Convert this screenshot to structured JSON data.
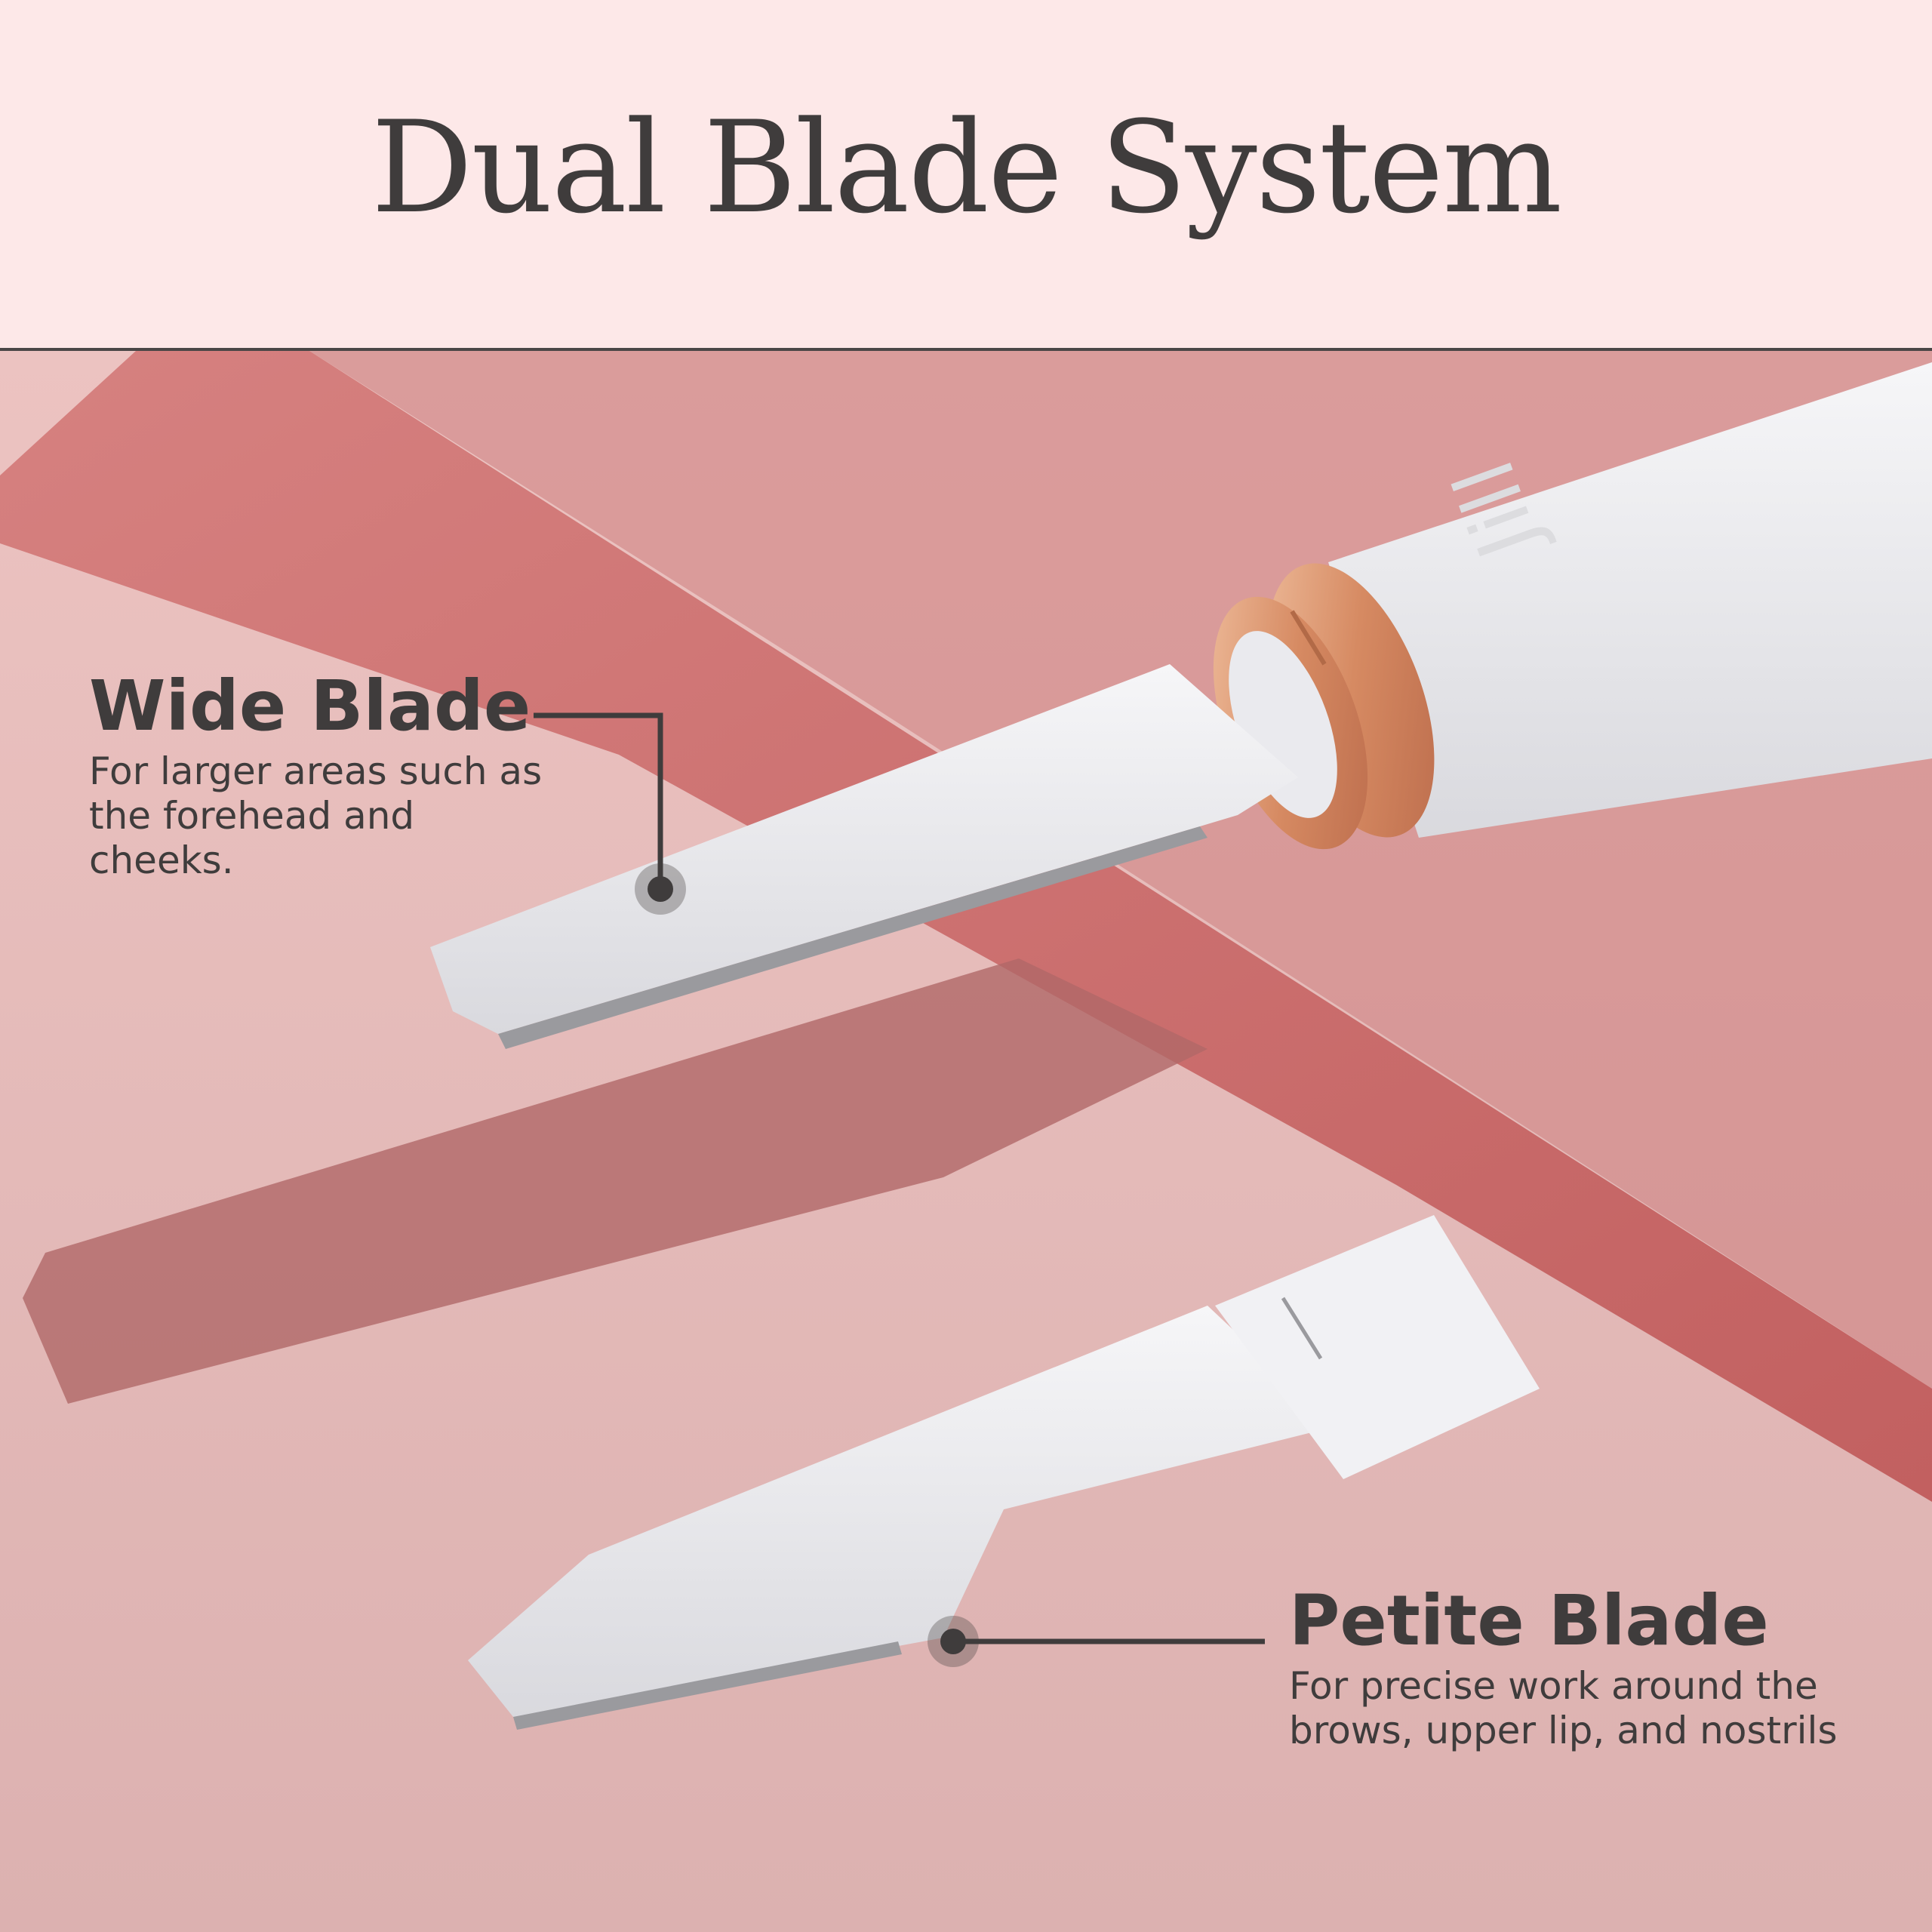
{
  "header": {
    "title": "Dual Blade System"
  },
  "callouts": {
    "wide": {
      "title": "Wide Blade",
      "description": "For larger areas such as the forehead and cheeks."
    },
    "petite": {
      "title": "Petite Blade",
      "description": "For precise work around the brows, upper lip, and nostrils"
    }
  },
  "product": {
    "logo_text": "Jill"
  },
  "colors": {
    "background_pink": "#e9b9b7",
    "band_red": "#cd7474",
    "header_bg": "#fde8e8",
    "device_white": "#ebebee",
    "rose_gold": "#d9906d",
    "text_dark": "#3f3c3c"
  }
}
